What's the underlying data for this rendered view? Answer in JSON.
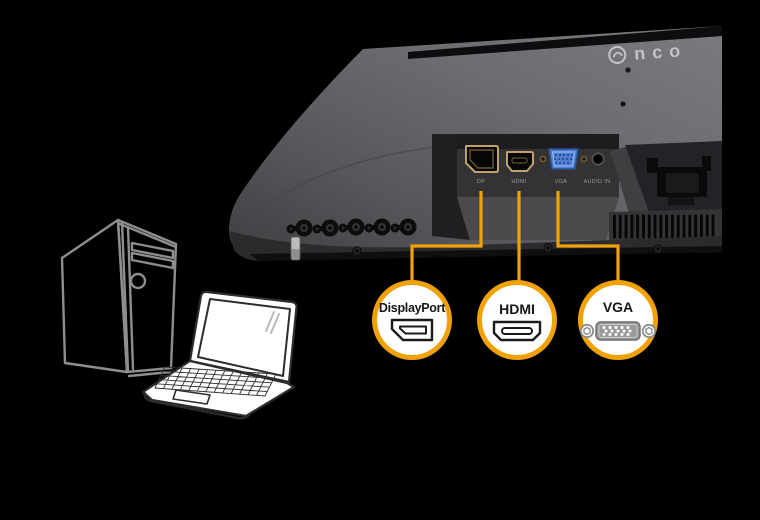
{
  "colors": {
    "background": "#000000",
    "accent_orange": "#F2A105",
    "vga_blue": "#4D80D4",
    "connector_gold": "#C2A26B",
    "monitor_gray": "#6D6D71"
  },
  "monitor": {
    "logo_text": "nco",
    "ports": [
      {
        "id": "dp",
        "label": "DP"
      },
      {
        "id": "hdmi",
        "label": "HDMI"
      },
      {
        "id": "vga",
        "label": "VGA"
      },
      {
        "id": "audio_in",
        "label": "AUDIO IN"
      }
    ]
  },
  "badges": [
    {
      "id": "displayport",
      "label": "DisplayPort",
      "icon": "displayport-connector-icon"
    },
    {
      "id": "hdmi",
      "label": "HDMI",
      "icon": "hdmi-connector-icon"
    },
    {
      "id": "vga",
      "label": "VGA",
      "icon": "vga-connector-icon"
    }
  ],
  "illustrations": [
    {
      "id": "desktop-tower"
    },
    {
      "id": "laptop"
    }
  ]
}
